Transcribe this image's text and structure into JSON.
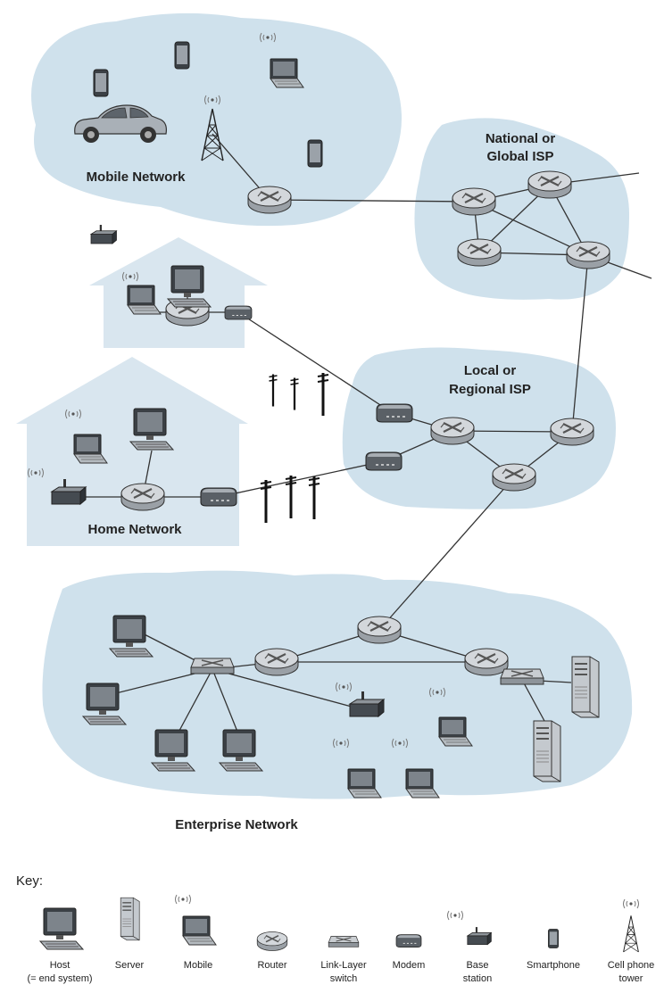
{
  "regions": {
    "mobile": "Mobile Network",
    "national_line1": "National or",
    "national_line2": "Global ISP",
    "local_line1": "Local or",
    "local_line2": "Regional ISP",
    "home": "Home Network",
    "enterprise": "Enterprise Network"
  },
  "key": {
    "title": "Key:",
    "items": [
      {
        "line1": "Host",
        "line2": "(= end system)",
        "icon": "host-icon"
      },
      {
        "line1": "Server",
        "line2": "",
        "icon": "server-icon"
      },
      {
        "line1": "Mobile",
        "line2": "",
        "icon": "mobile-laptop-icon"
      },
      {
        "line1": "Router",
        "line2": "",
        "icon": "router-icon"
      },
      {
        "line1": "Link-Layer",
        "line2": "switch",
        "icon": "switch-icon"
      },
      {
        "line1": "Modem",
        "line2": "",
        "icon": "modem-icon"
      },
      {
        "line1": "Base",
        "line2": "station",
        "icon": "base-station-icon"
      },
      {
        "line1": "Smartphone",
        "line2": "",
        "icon": "smartphone-icon"
      },
      {
        "line1": "Cell phone",
        "line2": "tower",
        "icon": "cell-tower-icon"
      }
    ]
  },
  "colors": {
    "cloud": "#cfe1ec",
    "house": "#d9e6ef",
    "device_dark": "#333333",
    "router": "#c9cdd1"
  }
}
